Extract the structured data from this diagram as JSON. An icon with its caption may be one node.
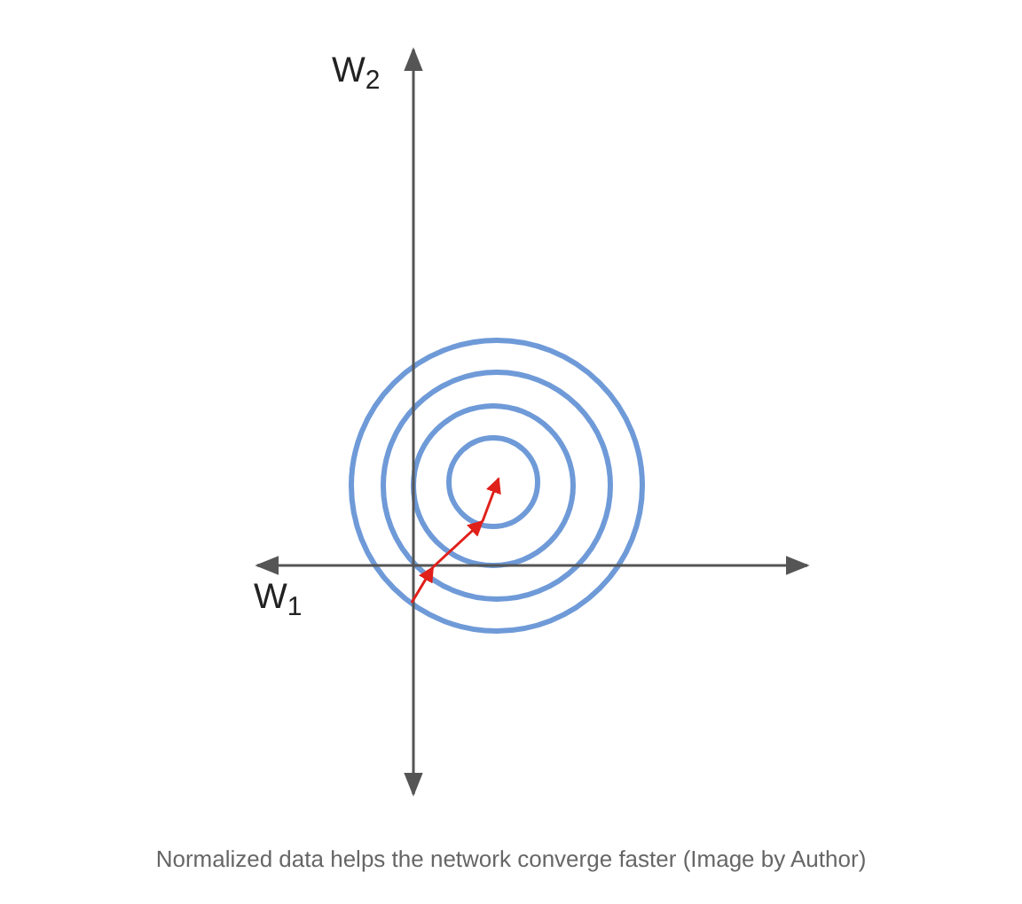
{
  "diagram": {
    "caption": "Normalized data helps the network converge faster (Image by Author)",
    "labels": [
      "W$_{2}$",
      "W$_{1}$"
    ]
  }
}
